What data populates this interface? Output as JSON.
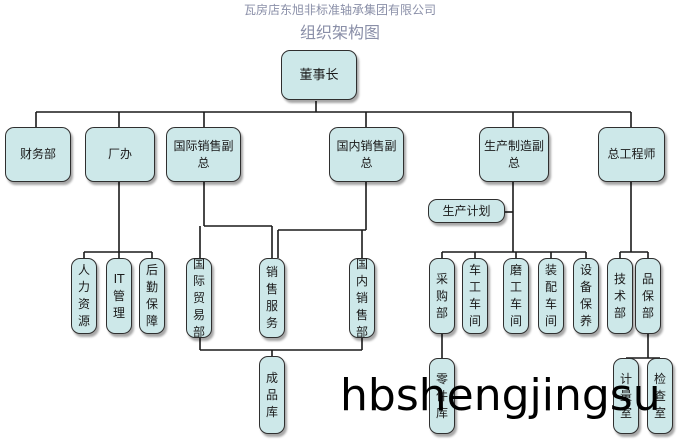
{
  "header": {
    "company": "瓦房店东旭非标准轴承集团有限公司",
    "title": "组织架构图"
  },
  "nodes": {
    "chairman": "董事长",
    "finance": "财务部",
    "factory_office": "厂办",
    "intl_sales_vp": "国际销售副总",
    "domestic_sales_vp": "国内销售副总",
    "production_vp": "生产制造副总",
    "chief_engineer": "总工程师",
    "production_plan": "生产计划",
    "hr": "人力资源",
    "it": "IT管理",
    "logistics": "后勤保障",
    "intl_trade": "国际贸易部",
    "sales_service": "销售服务",
    "domestic_sales": "国内销售部",
    "finished_goods": "成品库",
    "purchasing": "采购部",
    "parts_warehouse": "零件库",
    "turning": "车工车间",
    "grinding": "磨工车间",
    "assembly": "装配车间",
    "equipment": "设备保养",
    "tech_dept": "技术部",
    "quality_dept": "品保部",
    "metrology": "计量室",
    "inspection": "检查室"
  },
  "watermark": "hbshengjingsu",
  "colors": {
    "box_fill": "#cde8e9",
    "line": "#1a1a1a",
    "header_text": "#8a8fa8"
  }
}
